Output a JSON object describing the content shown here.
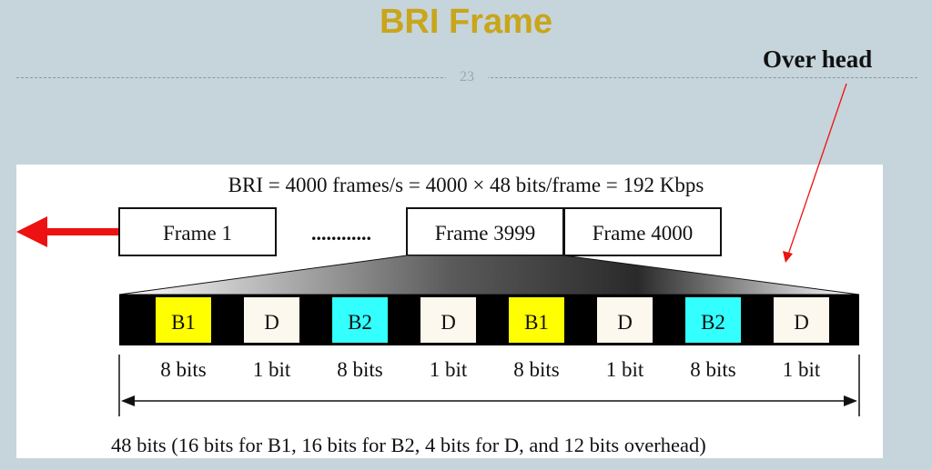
{
  "slide": {
    "title": "BRI Frame",
    "page_number": "23"
  },
  "overhead_label": "Over head",
  "equation": "BRI = 4000 frames/s = 4000 × 48 bits/frame = 192 Kbps",
  "frames": [
    {
      "label": "Frame 1"
    },
    {
      "label": "Frame 3999"
    },
    {
      "label": "Frame 4000"
    }
  ],
  "ellipsis": "............",
  "colors": {
    "background": "#c6d4dc",
    "title": "#c9a51a",
    "b1": "#ffff00",
    "b2": "#33ffff",
    "d": "#fdf8ee",
    "overhead": "#000000",
    "arrow": "#ee1111"
  },
  "cells": [
    {
      "label": "B1",
      "bits": "8 bits",
      "color": "#ffff00"
    },
    {
      "label": "D",
      "bits": "1 bit",
      "color": "#fdf8ee"
    },
    {
      "label": "B2",
      "bits": "8 bits",
      "color": "#33ffff"
    },
    {
      "label": "D",
      "bits": "1 bit",
      "color": "#fdf8ee"
    },
    {
      "label": "B1",
      "bits": "8 bits",
      "color": "#ffff00"
    },
    {
      "label": "D",
      "bits": "1 bit",
      "color": "#fdf8ee"
    },
    {
      "label": "B2",
      "bits": "8 bits",
      "color": "#33ffff"
    },
    {
      "label": "D",
      "bits": "1 bit",
      "color": "#fdf8ee"
    }
  ],
  "total_label": "48 bits (16 bits for B1, 16 bits for B2, 4 bits for D, and 12 bits overhead)"
}
